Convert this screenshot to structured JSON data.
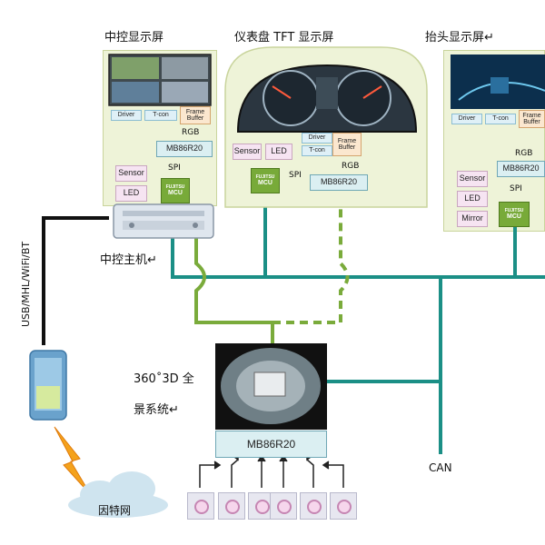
{
  "titles": {
    "center_display": "中控显示屏",
    "cluster_display": "仪表盘 TFT 显示屏",
    "hud_display": "抬头显示屏↵"
  },
  "labels": {
    "head_unit": "中控主机↵",
    "usb": "USB/MHL/WiFi/BT",
    "surround_line1": "360˚3D  全",
    "surround_line2": "景系统↵",
    "can": "CAN",
    "internet": "因特网"
  },
  "center_panel": {
    "driver": "Driver",
    "tcon": "T-con",
    "frame_buffer": "Frame Buffer",
    "rgb": "RGB",
    "chip": "MB86R20",
    "spi": "SPI",
    "sensor": "Sensor",
    "led": "LED",
    "mcu_brand": "FUJITSU",
    "mcu": "MCU"
  },
  "cluster_panel": {
    "driver": "Driver",
    "tcon": "T-con",
    "frame_buffer": "Frame Buffer",
    "sensor": "Sensor",
    "led": "LED",
    "mcu_brand": "FUJITSU",
    "mcu": "MCU",
    "spi": "SPI",
    "rgb": "RGB",
    "chip": "MB86R20"
  },
  "hud_panel": {
    "driver": "Driver",
    "tcon": "T-con",
    "frame_buffer": "Frame Buffer",
    "rgb": "RGB",
    "chip": "MB86R20",
    "spi": "SPI",
    "sensor": "Sensor",
    "led": "LED",
    "mirror": "Mirror",
    "mcu_brand": "FUJITSU",
    "mcu": "MCU"
  },
  "surround_chip": "MB86R20",
  "colors": {
    "can_bus": "#1b8f86",
    "spi_green": "#7aab3b",
    "usb_line": "#111111",
    "panel_bg": "#eef3d8"
  }
}
